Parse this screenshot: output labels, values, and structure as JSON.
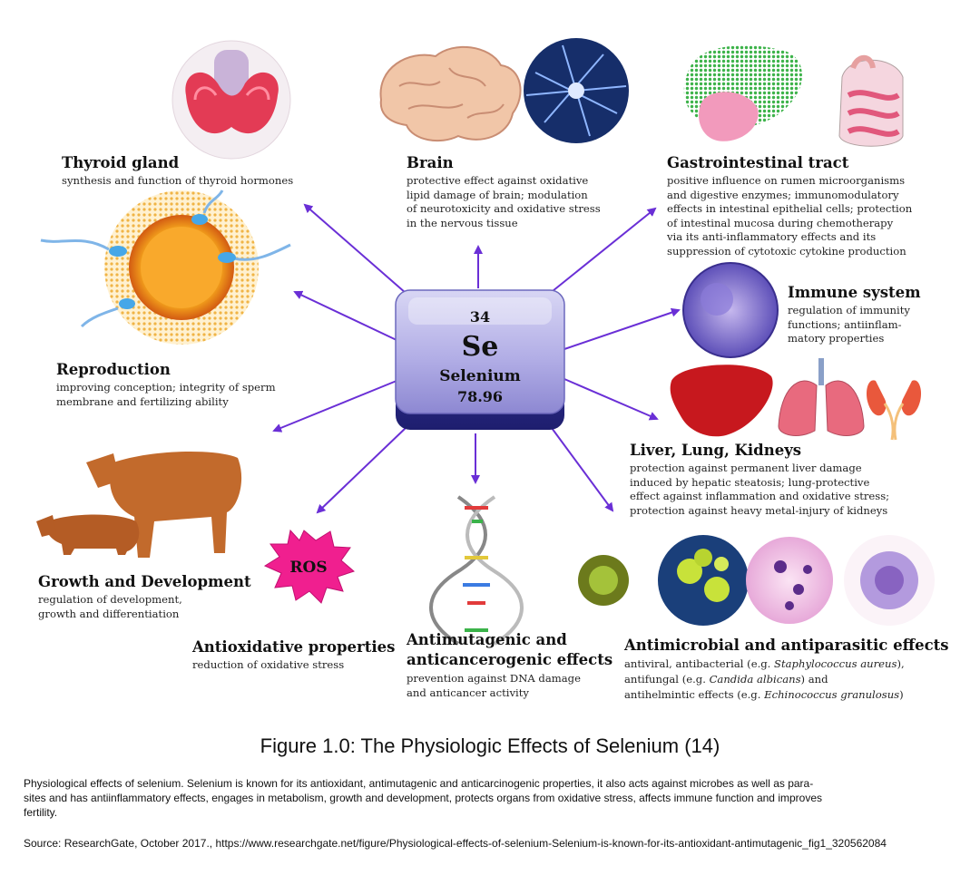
{
  "element_tile": {
    "number": "34",
    "symbol": "Se",
    "name": "Selenium",
    "mass": "78.96"
  },
  "ros_label": "ROS",
  "effects": {
    "thyroid": {
      "title": "Thyroid gland",
      "desc": "synthesis and function of thyroid hormones"
    },
    "brain": {
      "title": "Brain",
      "desc": "protective effect against oxidative\nlipid damage of brain; modulation\nof neurotoxicity and oxidative stress\nin the nervous tissue"
    },
    "gi": {
      "title": "Gastrointestinal tract",
      "desc": "positive influence on rumen microorganisms\nand digestive enzymes; immunomodulatory\neffects in intestinal epithelial cells; protection\nof intestinal mucosa during chemotherapy\nvia its anti-inflammatory effects and its\nsuppression of cytotoxic cytokine production"
    },
    "immune": {
      "title": "Immune system",
      "desc": "regulation of immunity\nfunctions; antiinflam-\nmatory properties"
    },
    "reproduction": {
      "title": "Reproduction",
      "desc": "improving conception; integrity of sperm\nmembrane and fertilizing ability"
    },
    "liver": {
      "title": "Liver, Lung, Kidneys",
      "desc": "protection against permanent liver damage\ninduced by hepatic steatosis; lung-protective\neffect against inflammation and oxidative stress;\nprotection against heavy metal-injury of kidneys"
    },
    "growth": {
      "title": "Growth and Development",
      "desc": "regulation of development,\ngrowth and differentiation"
    },
    "antiox": {
      "title": "Antioxidative properties",
      "desc": "reduction of oxidative stress"
    },
    "antimut": {
      "title_1": "Antimutagenic and",
      "title_2": "anticancerogenic effects",
      "desc": "prevention against DNA damage\nand anticancer activity"
    },
    "antimicro": {
      "title": "Antimicrobial and antiparasitic effects",
      "line1_pre": "antiviral, antibacterial (e.g. ",
      "line1_species": "Staphylococcus aureus",
      "line1_post": "),",
      "line2_pre": "antifungal (e.g. ",
      "line2_species": "Candida albicans",
      "line2_post": ") and",
      "line3_pre": "antihelmintic effects (e.g. ",
      "line3_species": "Echinococcus granulosus",
      "line3_post": ")"
    }
  },
  "caption": "Figure 1.0: The Physiologic Effects of Selenium (14)",
  "description": "Physiological effects of selenium. Selenium is known for its antioxidant, antimutagenic and anticarcinogenic properties, it also acts against microbes as well as para-\nsites and has antiinflammatory effects, engages in metabolism, growth and development, protects organs from oxidative stress, affects immune function and improves\nfertility.",
  "source": "Source: ResearchGate, October 2017., https://www.researchgate.net/figure/Physiological-effects-of-selenium-Selenium-is-known-for-its-antioxidant-antimutagenic_fig1_320562084"
}
